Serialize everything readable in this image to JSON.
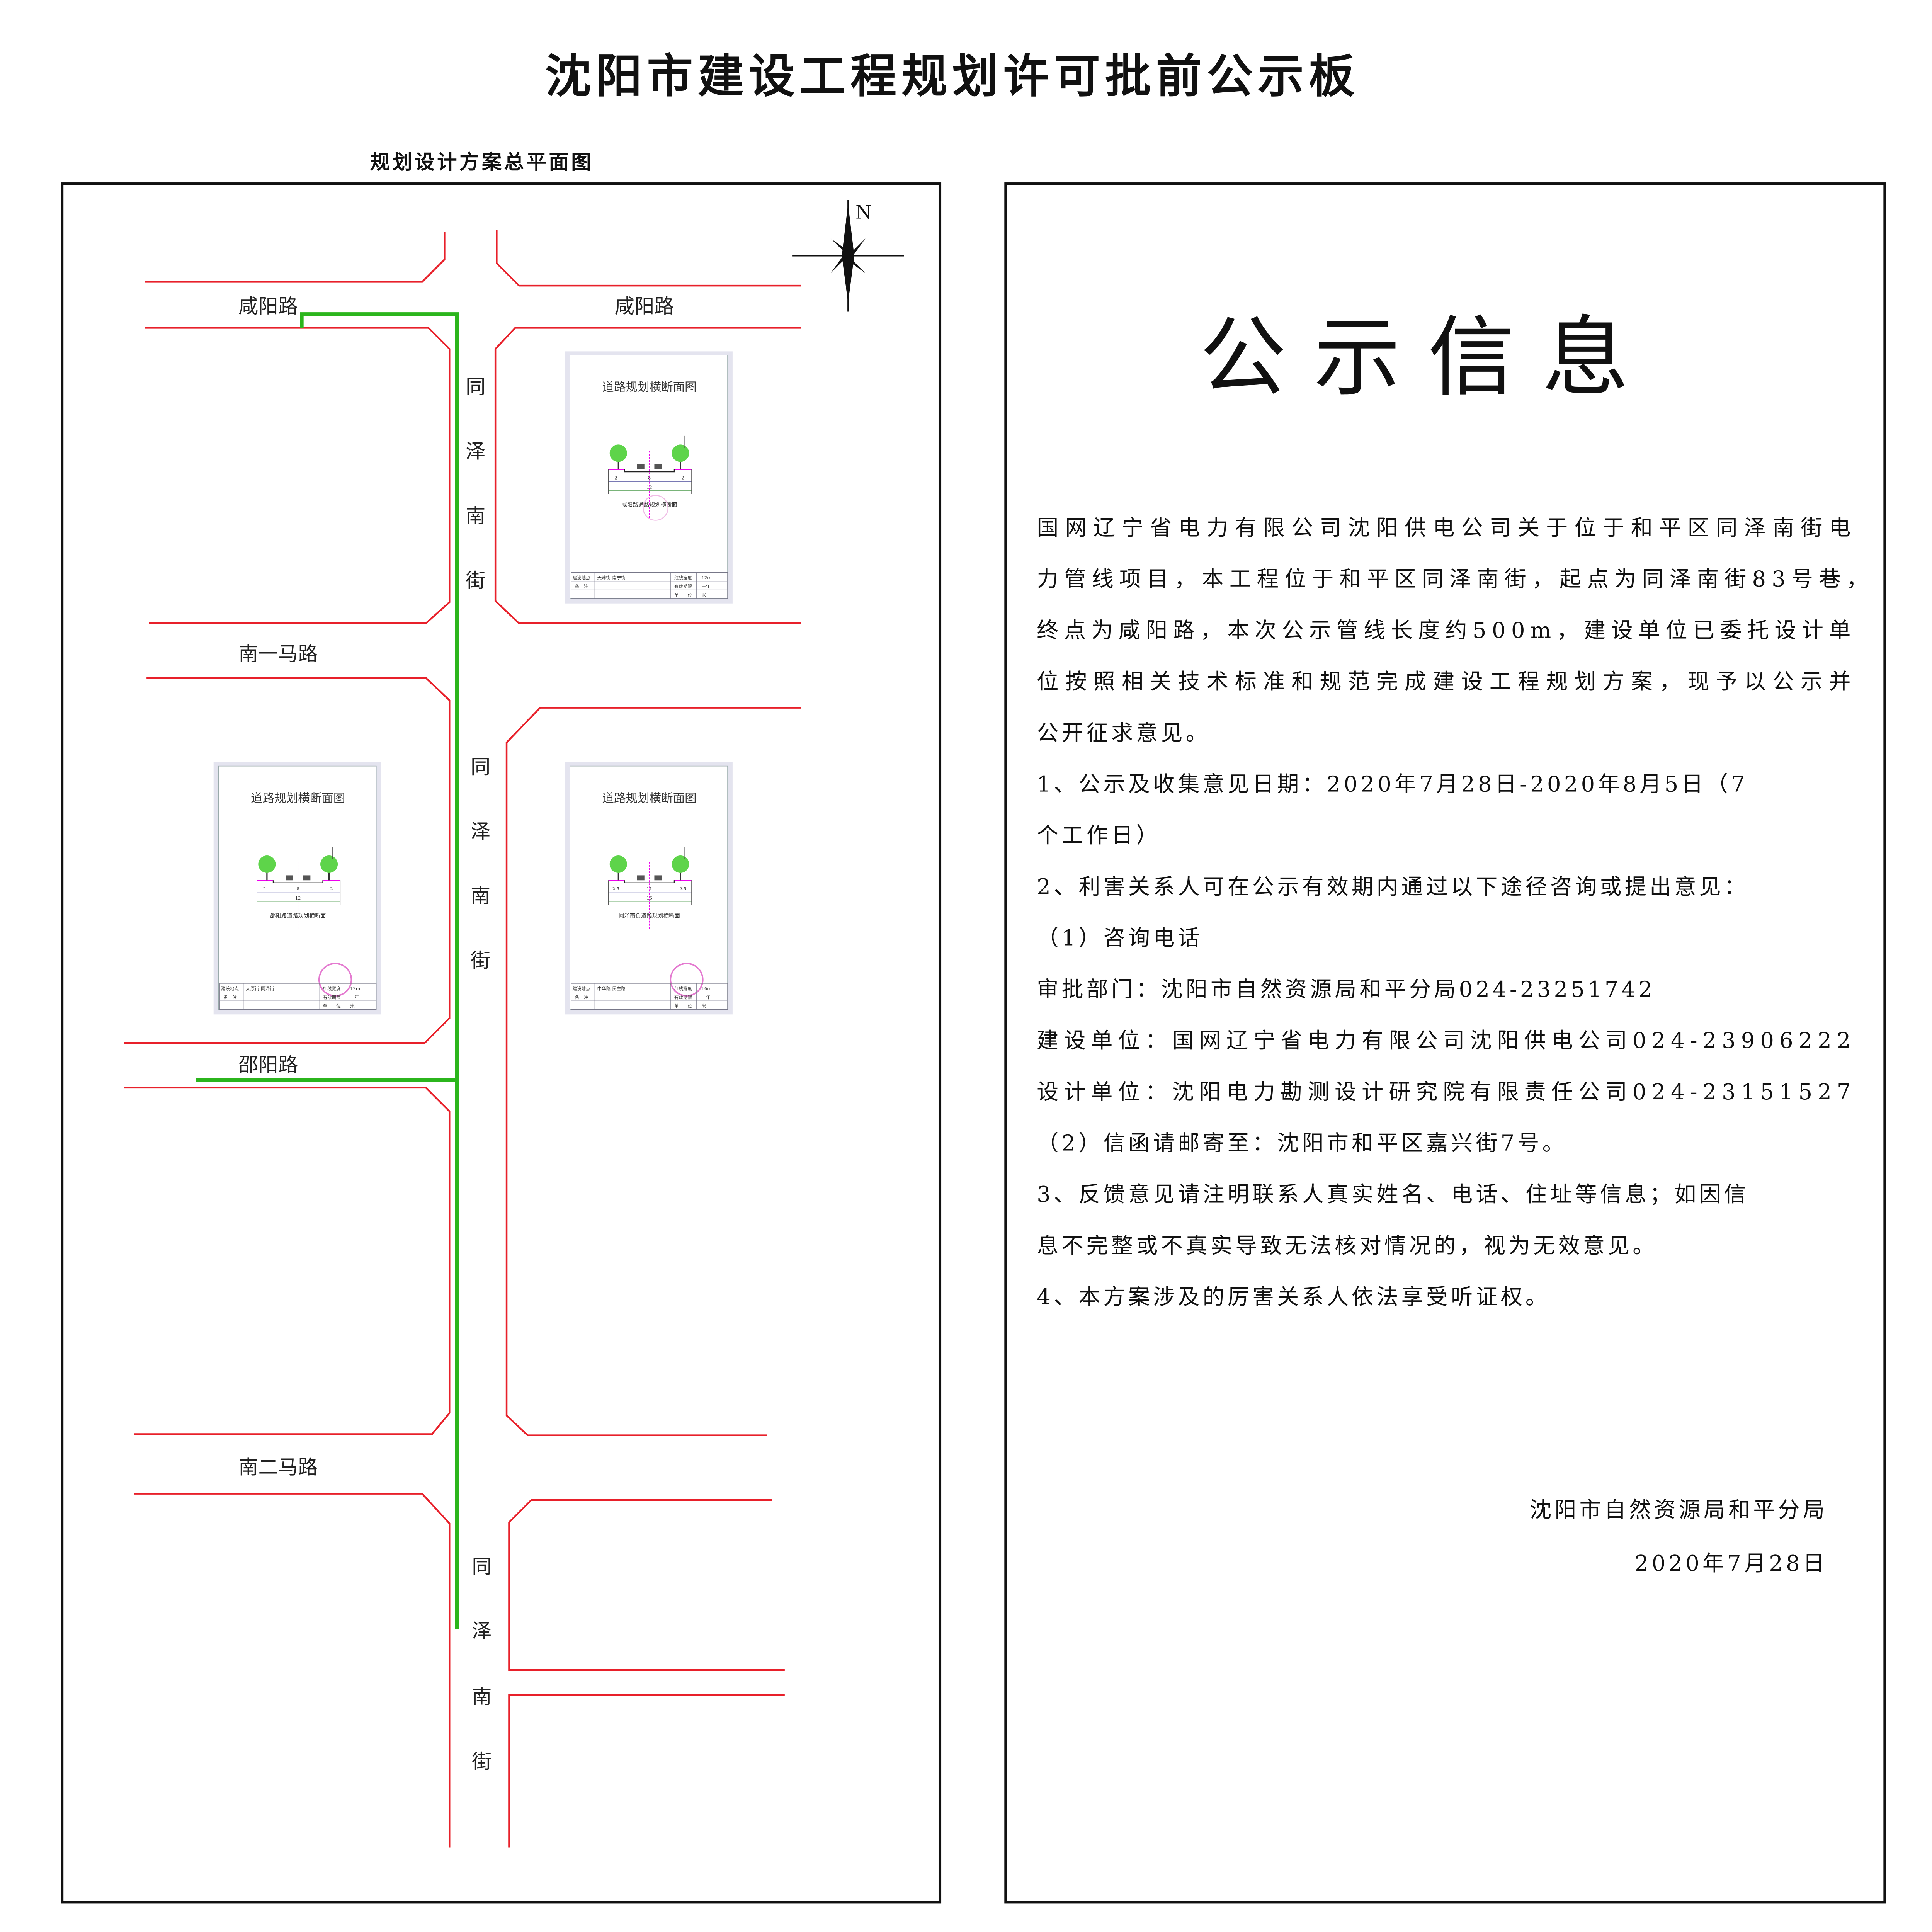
{
  "header": {
    "title": "沈阳市建设工程规划许可批前公示板",
    "plan_title": "规划设计方案总平面图"
  },
  "map": {
    "north_label": "N",
    "roads": {
      "xianyang_left": "咸阳路",
      "xianyang_right": "咸阳路",
      "nanyima": "南一马路",
      "shaoyang": "邵阳路",
      "nanerma": "南二马路",
      "tongze_chars": [
        "同",
        "泽",
        "南",
        "街"
      ]
    },
    "colors": {
      "road_edge": "#e8202a",
      "pipeline": "#2bb51c"
    },
    "cards": [
      {
        "title": "道路规划横断面图",
        "caption": "咸阳路道路规划横断面",
        "dims": [
          "2",
          "8",
          "2",
          "12"
        ],
        "labels": [
          "建设地点",
          "备　注",
          "红线宽度",
          "有效期限",
          "单　　位"
        ],
        "location": "天津街-南宁街",
        "red_line_width": "12m",
        "validity": "一年",
        "unit": "米",
        "stamp": false
      },
      {
        "title": "道路规划横断面图",
        "caption": "邵阳路道路规划横断面",
        "dims": [
          "2",
          "8",
          "2",
          "12"
        ],
        "labels": [
          "建设地点",
          "备　注",
          "红线宽度",
          "有效期限",
          "单　　位"
        ],
        "location": "太原街-同泽街",
        "red_line_width": "12m",
        "validity": "一年",
        "unit": "米",
        "stamp": true
      },
      {
        "title": "道路规划横断面图",
        "caption": "同泽南街道路规划横断面",
        "dims": [
          "2.5",
          "11",
          "2.5",
          "16"
        ],
        "labels": [
          "建设地点",
          "备　注",
          "红线宽度",
          "有效期限",
          "单　　位"
        ],
        "location": "中华路-民主路",
        "red_line_width": "16m",
        "validity": "一年",
        "unit": "米",
        "stamp": true
      }
    ]
  },
  "notice": {
    "heading": "公示信息",
    "lines": [
      "国网辽宁省电力有限公司沈阳供电公司关于位于和平区同泽南街电",
      "力管线项目，本工程位于和平区同泽南街，起点为同泽南街83号巷，",
      "终点为咸阳路，本次公示管线长度约500m，建设单位已委托设计单",
      "位按照相关技术标准和规范完成建设工程规划方案，现予以公示并",
      "公开征求意见。",
      "1、公示及收集意见日期：2020年7月28日-2020年8月5日（7",
      "个工作日）",
      "2、利害关系人可在公示有效期内通过以下途径咨询或提出意见：",
      "（1）咨询电话",
      "审批部门：沈阳市自然资源局和平分局024-23251742",
      "建设单位：国网辽宁省电力有限公司沈阳供电公司024-23906222",
      "设计单位：沈阳电力勘测设计研究院有限责任公司024-23151527",
      "（2）信函请邮寄至：沈阳市和平区嘉兴街7号。",
      "3、反馈意见请注明联系人真实姓名、电话、住址等信息；如因信",
      "息不完整或不真实导致无法核对情况的，视为无效意见。",
      "4、本方案涉及的厉害关系人依法享受听证权。"
    ],
    "signature_org": "沈阳市自然资源局和平分局",
    "signature_date": "2020年7月28日"
  }
}
